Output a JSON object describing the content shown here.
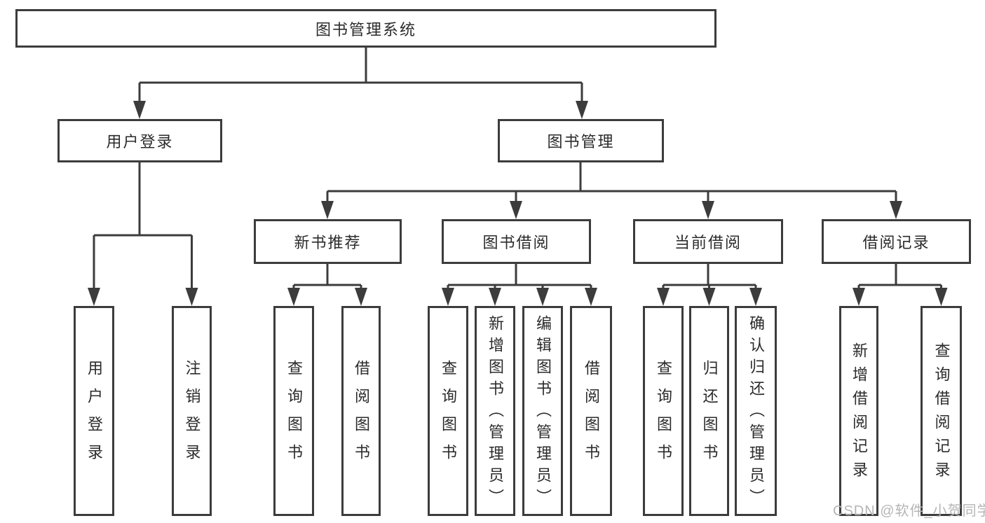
{
  "diagram": {
    "root": "图书管理系统",
    "level2": [
      "用户登录",
      "图书管理"
    ],
    "level3": [
      "新书推荐",
      "图书借阅",
      "当前借阅",
      "借阅记录"
    ],
    "leaves": {
      "login": [
        "用户登录",
        "注销登录"
      ],
      "recommend": [
        "查询图书",
        "借阅图书"
      ],
      "borrow": [
        "查询图书",
        "新增图书（管理员）",
        "编辑图书（管理员）",
        "借阅图书"
      ],
      "current": [
        "查询图书",
        "归还图书",
        "确认归还（管理员）"
      ],
      "records": [
        "新增借阅记录",
        "查询借阅记录"
      ]
    }
  },
  "watermark": {
    "text": "CSDN @软件_小贺同学"
  },
  "colors": {
    "line": "#3c3c3c",
    "text": "#2b2b2b",
    "watermark_text": "#b5b5b5",
    "background": "#ffffff"
  }
}
